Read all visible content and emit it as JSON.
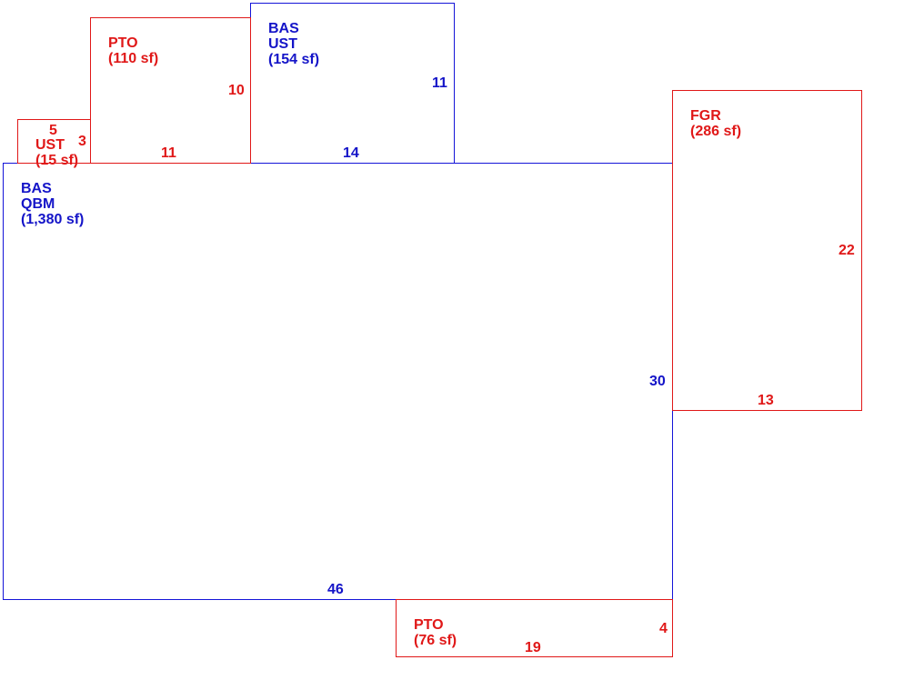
{
  "colors": {
    "main_area": "#1414d8",
    "sub_area": "#e01818"
  },
  "areas": {
    "bas_qbm": {
      "code": "BAS",
      "subcode": "QBM",
      "size": "(1,380 sf)",
      "dim_right": "30",
      "dim_bottom": "46"
    },
    "bas_ust": {
      "code": "BAS",
      "subcode": "UST",
      "size": "(154 sf)",
      "dim_right": "11",
      "dim_bottom": "14"
    },
    "pto_top": {
      "code": "PTO",
      "size": "(110 sf)",
      "dim_right": "10",
      "dim_bottom": "11"
    },
    "ust_small": {
      "code": "UST",
      "size": "(15 sf)",
      "dim_top": "5",
      "dim_right": "3"
    },
    "fgr": {
      "code": "FGR",
      "size": "(286 sf)",
      "dim_right": "22",
      "dim_bottom": "13"
    },
    "pto_bottom": {
      "code": "PTO",
      "size": "(76 sf)",
      "dim_right": "4",
      "dim_bottom": "19"
    }
  }
}
